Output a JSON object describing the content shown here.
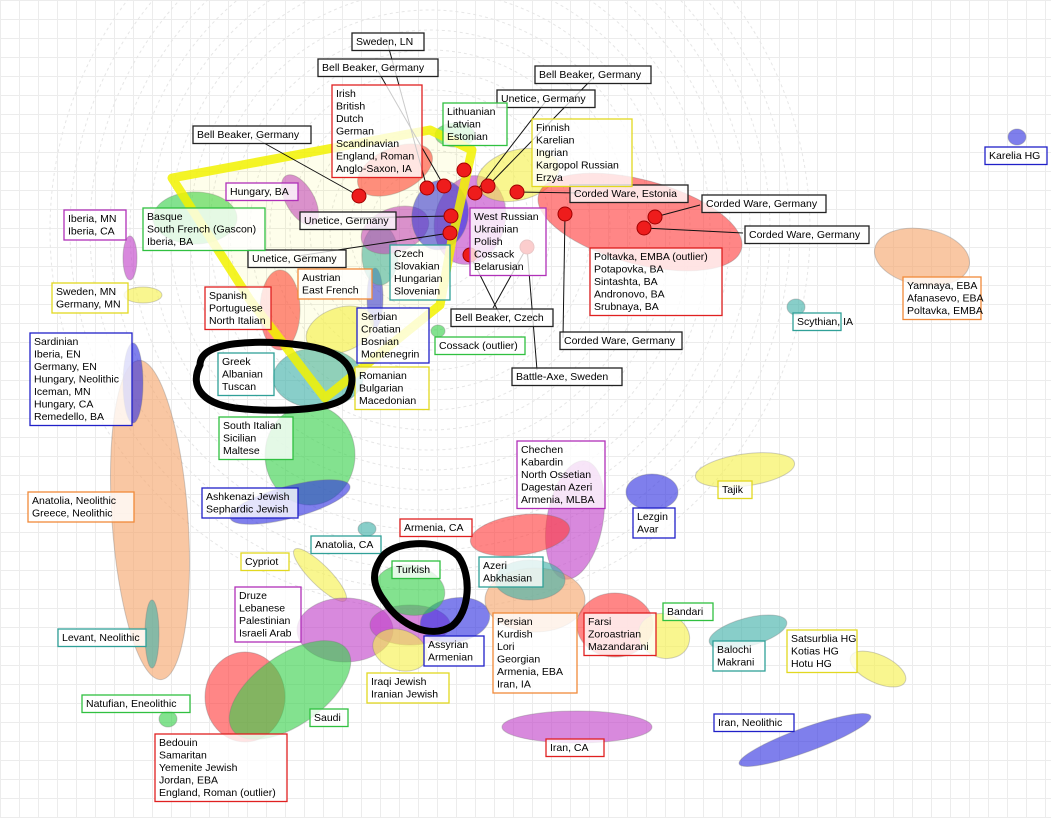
{
  "chart_data": {
    "type": "scatter",
    "title": "",
    "xlabel": "",
    "ylabel": "",
    "grid": true,
    "colors": {
      "red": "#ff3b3b",
      "green": "#37d04a",
      "blue": "#3030e0",
      "yellow": "#f5f04a",
      "orange": "#f5a46a",
      "purple": "#c040c8",
      "teal": "#3fb0a8",
      "highlight": "#f2f200",
      "point": "#ee1c1c",
      "pointBorder": "#a00000",
      "circle": "#000000"
    },
    "label_groups": [
      {
        "id": "sweden-ln",
        "lines": [
          "Sweden, LN"
        ],
        "border": "black"
      },
      {
        "id": "bell-beaker-1",
        "lines": [
          "Bell Beaker, Germany"
        ],
        "border": "black"
      },
      {
        "id": "bell-beaker-2",
        "lines": [
          "Bell Beaker, Germany"
        ],
        "border": "black"
      },
      {
        "id": "bell-beaker-3",
        "lines": [
          "Bell Beaker, Germany"
        ],
        "border": "black"
      },
      {
        "id": "unetice-1",
        "lines": [
          "Unetice, Germany"
        ],
        "border": "black"
      },
      {
        "id": "unetice-2",
        "lines": [
          "Unetice, Germany"
        ],
        "border": "black"
      },
      {
        "id": "unetice-3",
        "lines": [
          "Unetice, Germany"
        ],
        "border": "black"
      },
      {
        "id": "corded-estonia",
        "lines": [
          "Corded Ware, Estonia"
        ],
        "border": "black"
      },
      {
        "id": "corded-germany-1",
        "lines": [
          "Corded Ware, Germany"
        ],
        "border": "black"
      },
      {
        "id": "corded-germany-2",
        "lines": [
          "Corded Ware, Germany"
        ],
        "border": "black"
      },
      {
        "id": "corded-germany-3",
        "lines": [
          "Corded Ware, Germany"
        ],
        "border": "black"
      },
      {
        "id": "bell-beaker-czech",
        "lines": [
          "Bell Beaker, Czech"
        ],
        "border": "black"
      },
      {
        "id": "battle-axe",
        "lines": [
          "Battle-Axe, Sweden"
        ],
        "border": "black"
      },
      {
        "id": "nw-europe",
        "lines": [
          "Irish",
          "British",
          "Dutch",
          "German",
          "Scandinavian",
          "England, Roman",
          "Anglo-Saxon, IA"
        ],
        "border": "red"
      },
      {
        "id": "baltic",
        "lines": [
          "Lithuanian",
          "Latvian",
          "Estonian"
        ],
        "border": "green"
      },
      {
        "id": "finnic",
        "lines": [
          "Finnish",
          "Karelian",
          "Ingrian",
          "Kargopol Russian",
          "Erzya"
        ],
        "border": "yellow"
      },
      {
        "id": "karelia-hg",
        "lines": [
          "Karelia HG"
        ],
        "border": "blue"
      },
      {
        "id": "hungary-ba",
        "lines": [
          "Hungary, BA"
        ],
        "border": "purple"
      },
      {
        "id": "basque",
        "lines": [
          "Basque",
          "South French (Gascon)",
          "Iberia, BA"
        ],
        "border": "green"
      },
      {
        "id": "iberia-mn",
        "lines": [
          "Iberia, MN",
          "Iberia, CA"
        ],
        "border": "purple"
      },
      {
        "id": "east-slav",
        "lines": [
          "West Russian",
          "Ukrainian",
          "Polish",
          "Cossack",
          "Belarusian"
        ],
        "border": "purple"
      },
      {
        "id": "steppe-ba",
        "lines": [
          "Poltavka, EMBA (outlier)",
          "Potapovka, BA",
          "Sintashta, BA",
          "Andronovo, BA",
          "Srubnaya, BA"
        ],
        "border": "red"
      },
      {
        "id": "yamnaya",
        "lines": [
          "Yamnaya, EBA",
          "Afanasevo, EBA",
          "Poltavka, EMBA"
        ],
        "border": "orange"
      },
      {
        "id": "west-slav",
        "lines": [
          "Czech",
          "Slovakian",
          "Hungarian",
          "Slovenian"
        ],
        "border": "teal"
      },
      {
        "id": "austrian",
        "lines": [
          "Austrian",
          "East French"
        ],
        "border": "orange"
      },
      {
        "id": "sweden-mn",
        "lines": [
          "Sweden, MN",
          "Germany, MN"
        ],
        "border": "yellow"
      },
      {
        "id": "spanish",
        "lines": [
          "Spanish",
          "Portuguese",
          "North Italian"
        ],
        "border": "red"
      },
      {
        "id": "south-slav",
        "lines": [
          "Serbian",
          "Croatian",
          "Bosnian",
          "Montenegrin"
        ],
        "border": "blue"
      },
      {
        "id": "cossack-outlier",
        "lines": [
          "Cossack (outlier)"
        ],
        "border": "green"
      },
      {
        "id": "scythian",
        "lines": [
          "Scythian, IA"
        ],
        "border": "teal"
      },
      {
        "id": "sardinian",
        "lines": [
          "Sardinian",
          "Iberia, EN",
          "Germany, EN",
          "Hungary, Neolithic",
          "Iceman, MN",
          "Hungary, CA",
          "Remedello, BA"
        ],
        "border": "blue"
      },
      {
        "id": "greek",
        "lines": [
          "Greek",
          "Albanian",
          "Tuscan"
        ],
        "border": "teal"
      },
      {
        "id": "romanian",
        "lines": [
          "Romanian",
          "Bulgarian",
          "Macedonian"
        ],
        "border": "yellow"
      },
      {
        "id": "south-italian",
        "lines": [
          "South Italian",
          "Sicilian",
          "Maltese"
        ],
        "border": "green"
      },
      {
        "id": "caucasus",
        "lines": [
          "Chechen",
          "Kabardin",
          "North Ossetian",
          "Dagestan Azeri",
          "Armenia, MLBA"
        ],
        "border": "purple"
      },
      {
        "id": "tajik",
        "lines": [
          "Tajik"
        ],
        "border": "yellow"
      },
      {
        "id": "lezgin",
        "lines": [
          "Lezgin",
          "Avar"
        ],
        "border": "blue"
      },
      {
        "id": "anatolia-neo",
        "lines": [
          "Anatolia, Neolithic",
          "Greece, Neolithic"
        ],
        "border": "orange"
      },
      {
        "id": "ashkenazi",
        "lines": [
          "Ashkenazi Jewish",
          "Sephardic Jewish"
        ],
        "border": "blue"
      },
      {
        "id": "armenia-ca",
        "lines": [
          "Armenia, CA"
        ],
        "border": "red"
      },
      {
        "id": "anatolia-ca",
        "lines": [
          "Anatolia, CA"
        ],
        "border": "teal"
      },
      {
        "id": "cypriot",
        "lines": [
          "Cypriot"
        ],
        "border": "yellow"
      },
      {
        "id": "turkish",
        "lines": [
          "Turkish"
        ],
        "border": "green"
      },
      {
        "id": "azeri",
        "lines": [
          "Azeri",
          "Abkhasian"
        ],
        "border": "teal"
      },
      {
        "id": "druze",
        "lines": [
          "Druze",
          "Lebanese",
          "Palestinian",
          "Israeli Arab"
        ],
        "border": "purple"
      },
      {
        "id": "bandari",
        "lines": [
          "Bandari"
        ],
        "border": "green"
      },
      {
        "id": "persian",
        "lines": [
          "Persian",
          "Kurdish",
          "Lori",
          "Georgian",
          "Armenia, EBA",
          "Iran, IA"
        ],
        "border": "orange"
      },
      {
        "id": "farsi",
        "lines": [
          "Farsi",
          "Zoroastrian",
          "Mazandarani"
        ],
        "border": "red"
      },
      {
        "id": "balochi",
        "lines": [
          "Balochi",
          "Makrani"
        ],
        "border": "teal"
      },
      {
        "id": "satsurblia",
        "lines": [
          "Satsurblia HG",
          "Kotias HG",
          "Hotu HG"
        ],
        "border": "yellow"
      },
      {
        "id": "levant-neo",
        "lines": [
          "Levant, Neolithic"
        ],
        "border": "teal"
      },
      {
        "id": "assyrian",
        "lines": [
          "Assyrian",
          "Armenian"
        ],
        "border": "blue"
      },
      {
        "id": "iraqi-jewish",
        "lines": [
          "Iraqi Jewish",
          "Iranian Jewish"
        ],
        "border": "yellow"
      },
      {
        "id": "natufian",
        "lines": [
          "Natufian, Eneolithic"
        ],
        "border": "green"
      },
      {
        "id": "saudi",
        "lines": [
          "Saudi"
        ],
        "border": "green"
      },
      {
        "id": "iran-neo",
        "lines": [
          "Iran, Neolithic"
        ],
        "border": "blue"
      },
      {
        "id": "iran-ca",
        "lines": [
          "Iran, CA"
        ],
        "border": "red"
      },
      {
        "id": "bedouin",
        "lines": [
          "Bedouin",
          "Samaritan",
          "Yemenite Jewish",
          "Jordan, EBA",
          "England, Roman (outlier)"
        ],
        "border": "red"
      }
    ]
  }
}
